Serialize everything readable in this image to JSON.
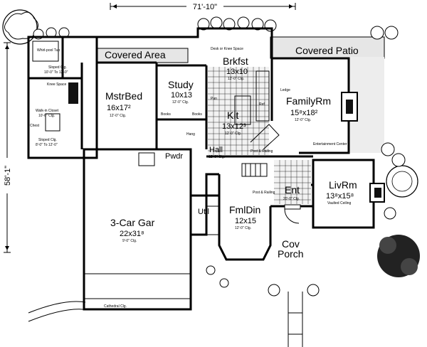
{
  "dimensions": {
    "width": "71'-10\"",
    "depth": "58'-1\""
  },
  "rooms": {
    "covered_area": "Covered Area",
    "covered_patio": "Covered Patio",
    "brkfst_name": "Brkfst",
    "brkfst_size": "13x10",
    "brkfst_clg": "12'-0\" Clg.",
    "mstrbed_name": "MstrBed",
    "mstrbed_size": "16x17²",
    "mstrbed_clg": "12'-0\" Clg.",
    "study_name": "Study",
    "study_size": "10x13",
    "study_clg": "12'-0\" Clg.",
    "kit_name": "Kit",
    "kit_size": "13x12³",
    "kit_clg": "12'-0\" Clg.",
    "family_name": "FamilyRm",
    "family_size": "15⁸x18²",
    "family_clg": "12'-0\" Clg.",
    "pwdr": "Pwdr",
    "hall": "Hall",
    "hall_clg": "12'-0\" Clg.",
    "util": "Util",
    "ent": "Ent",
    "ent_clg": "20'-0\" Clg.",
    "livrm_name": "LivRm",
    "livrm_size": "13⁸x15⁸",
    "livrm_clg": "Vaulted Ceiling",
    "fmldin_name": "FmlDin",
    "fmldin_size": "12x15",
    "fmldin_clg": "12'-0\" Clg.",
    "garage_name": "3-Car Gar",
    "garage_size": "22x31⁸",
    "garage_clg": "9'-0\" Clg.",
    "cov_porch_1": "Cov",
    "cov_porch_2": "Porch",
    "walk_closet": "Walk-in Closet",
    "walk_closet_clg": "10'-0\" Clg.",
    "sloped_clg_1": "Sloped Clg.",
    "sloped_clg_1b": "10'-0\" To 12'-0\"",
    "sloped_clg_2": "Sloped Clg.",
    "sloped_clg_2b": "8'-0\" To 12'-0\"",
    "knee_space": "Knee Space",
    "chest": "Chest",
    "whirlpool": "Whirl-pool Tub",
    "desk": "Desk or Knee Space",
    "ledge": "Ledge",
    "entertainment": "Entertainment Center",
    "books_1": "Books",
    "books_2": "Books",
    "hang": "Hang",
    "pantry": "Pan",
    "cabinet": "Cathedral Clg.",
    "post_railing": "Post & Railing",
    "post_railing_2": "Post & Railing",
    "brkfst_ref": "Ref"
  }
}
